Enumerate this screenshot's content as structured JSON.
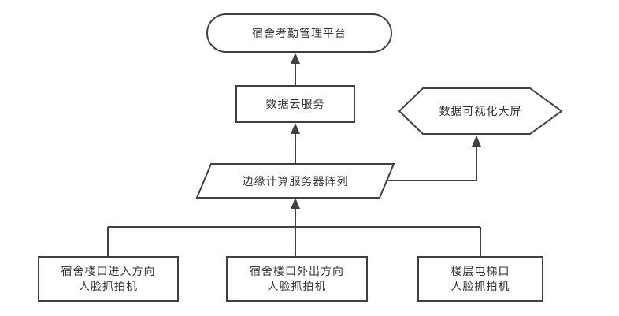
{
  "diagram": {
    "title": "dormitory-attendance-architecture-flowchart",
    "colors": {
      "stroke": "#404040",
      "text": "#333333",
      "background": "#ffffff"
    },
    "nodes": {
      "platform": {
        "shape": "rounded-terminator",
        "label": "宿舍考勤管理平台"
      },
      "cloud": {
        "shape": "rectangle",
        "label": "数据云服务"
      },
      "screen": {
        "shape": "hexagon",
        "label": "数据可视化大屏"
      },
      "edge": {
        "shape": "parallelogram",
        "label": "边缘计算服务器阵列"
      },
      "cam_in": {
        "shape": "rectangle",
        "label_line1": "宿舍楼口进入方向",
        "label_line2": "人脸抓拍机"
      },
      "cam_out": {
        "shape": "rectangle",
        "label_line1": "宿舍楼口外出方向",
        "label_line2": "人脸抓拍机"
      },
      "cam_elevator": {
        "shape": "rectangle",
        "label_line1": "楼层电梯口",
        "label_line2": "人脸抓拍机"
      }
    },
    "edges": [
      {
        "from": "cloud",
        "to": "platform",
        "arrow": "up"
      },
      {
        "from": "edge",
        "to": "cloud",
        "arrow": "up"
      },
      {
        "from": "edge",
        "to": "screen",
        "arrow": "up"
      },
      {
        "from": "cam_in",
        "to": "edge",
        "arrow": "up"
      },
      {
        "from": "cam_out",
        "to": "edge",
        "arrow": "up"
      },
      {
        "from": "cam_elevator",
        "to": "edge",
        "arrow": "up"
      }
    ]
  }
}
